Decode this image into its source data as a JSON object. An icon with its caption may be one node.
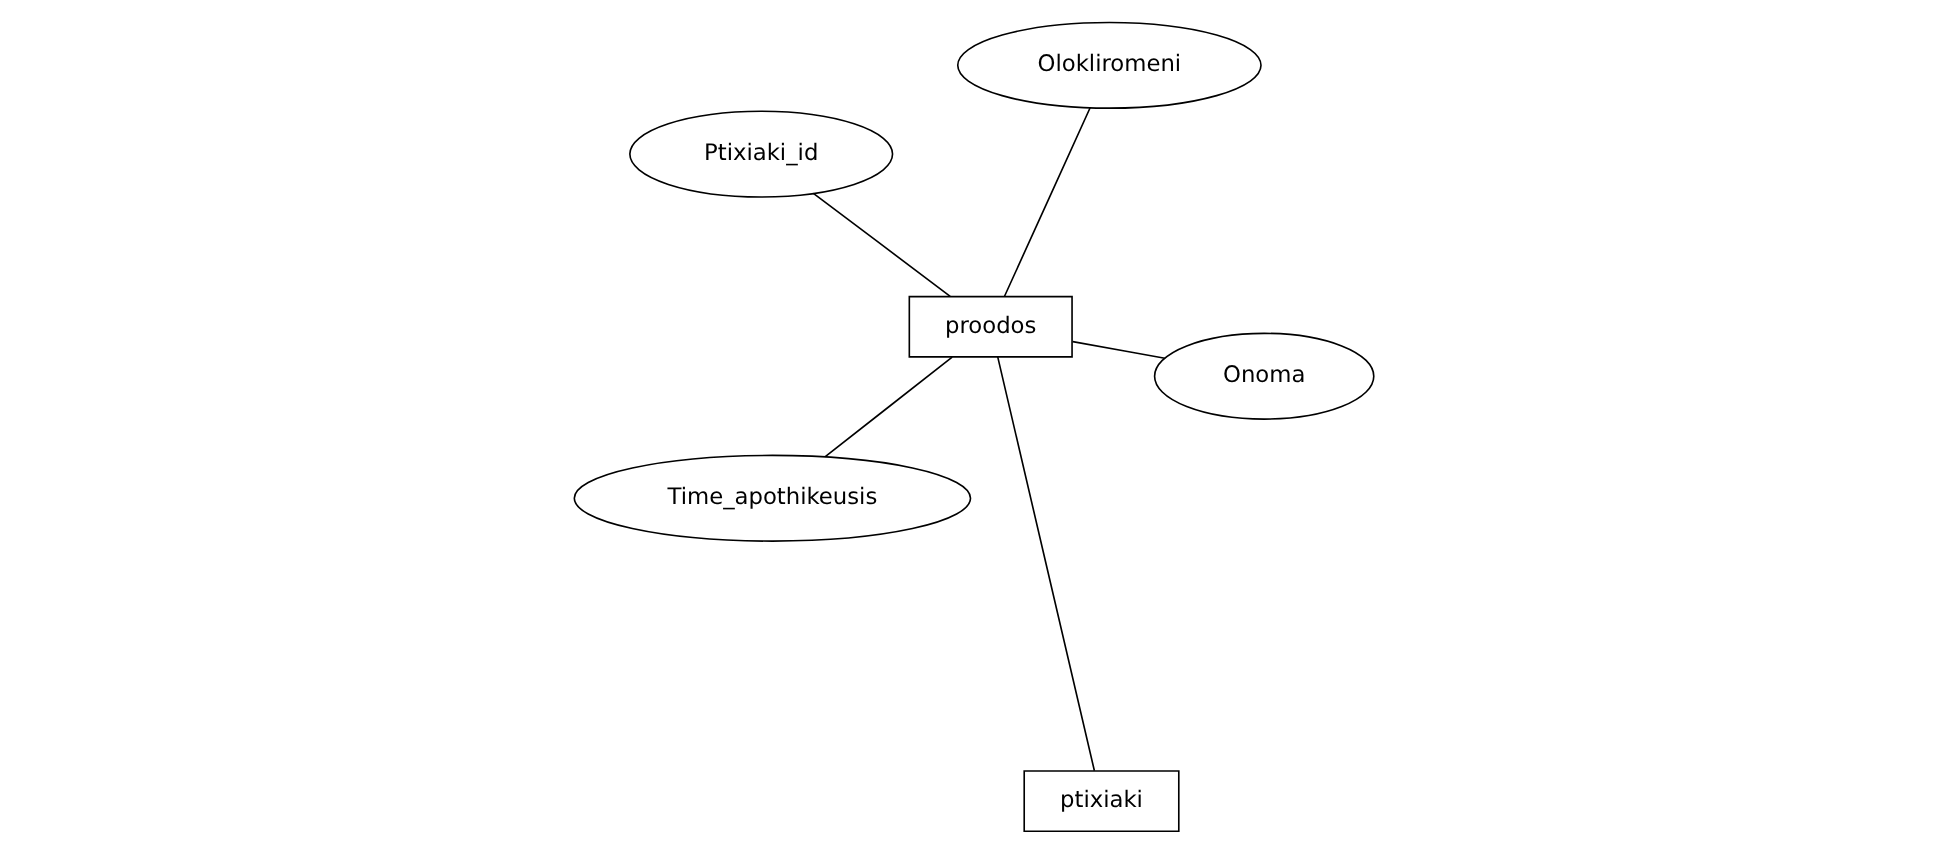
{
  "diagram": {
    "nodes": [
      {
        "text": [
          "Ptixiaki_id"
        ]
      },
      {
        "text": [
          "Onoma"
        ]
      },
      {
        "text": [
          "ptixiaki"
        ]
      },
      {
        "text": [
          "proodos"
        ]
      },
      {
        "text": [
          "Olokliromeni"
        ]
      },
      {
        "text": [
          "Time_apothikeusis"
        ]
      }
    ],
    "edges": [
      {
        "from": 2,
        "to": 3,
        "arrow": "none"
      },
      {
        "from": 3,
        "to": 0,
        "arrow": "none"
      },
      {
        "from": 3,
        "to": 1,
        "arrow": "none"
      },
      {
        "from": 3,
        "to": 4,
        "arrow": "none"
      },
      {
        "from": 3,
        "to": 5,
        "arrow": "none"
      }
    ]
  }
}
